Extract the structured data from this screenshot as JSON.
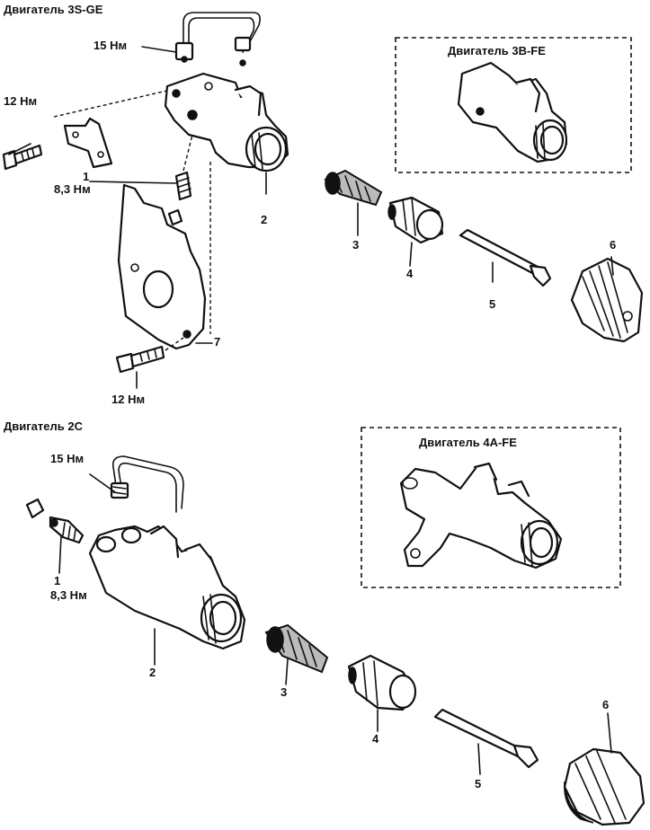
{
  "top_section": {
    "engine_title": "Двигатель 3S-GE",
    "torque_pipe": "15 Нм",
    "torque_bracket_bolt": "12 Нм",
    "torque_bleeder": "8,3 Нм",
    "torque_plate_bolt": "12 Нм",
    "inset_title": "Двигатель 3В-FE",
    "callouts": [
      "1",
      "2",
      "3",
      "4",
      "5",
      "6",
      "7"
    ]
  },
  "bottom_section": {
    "engine_title": "Двигатель 2С",
    "torque_pipe": "15 Нм",
    "torque_bleeder": "8,3 Нм",
    "inset_title": "Двигатель 4A-FE",
    "callouts": [
      "1",
      "2",
      "3",
      "4",
      "5",
      "6"
    ]
  }
}
